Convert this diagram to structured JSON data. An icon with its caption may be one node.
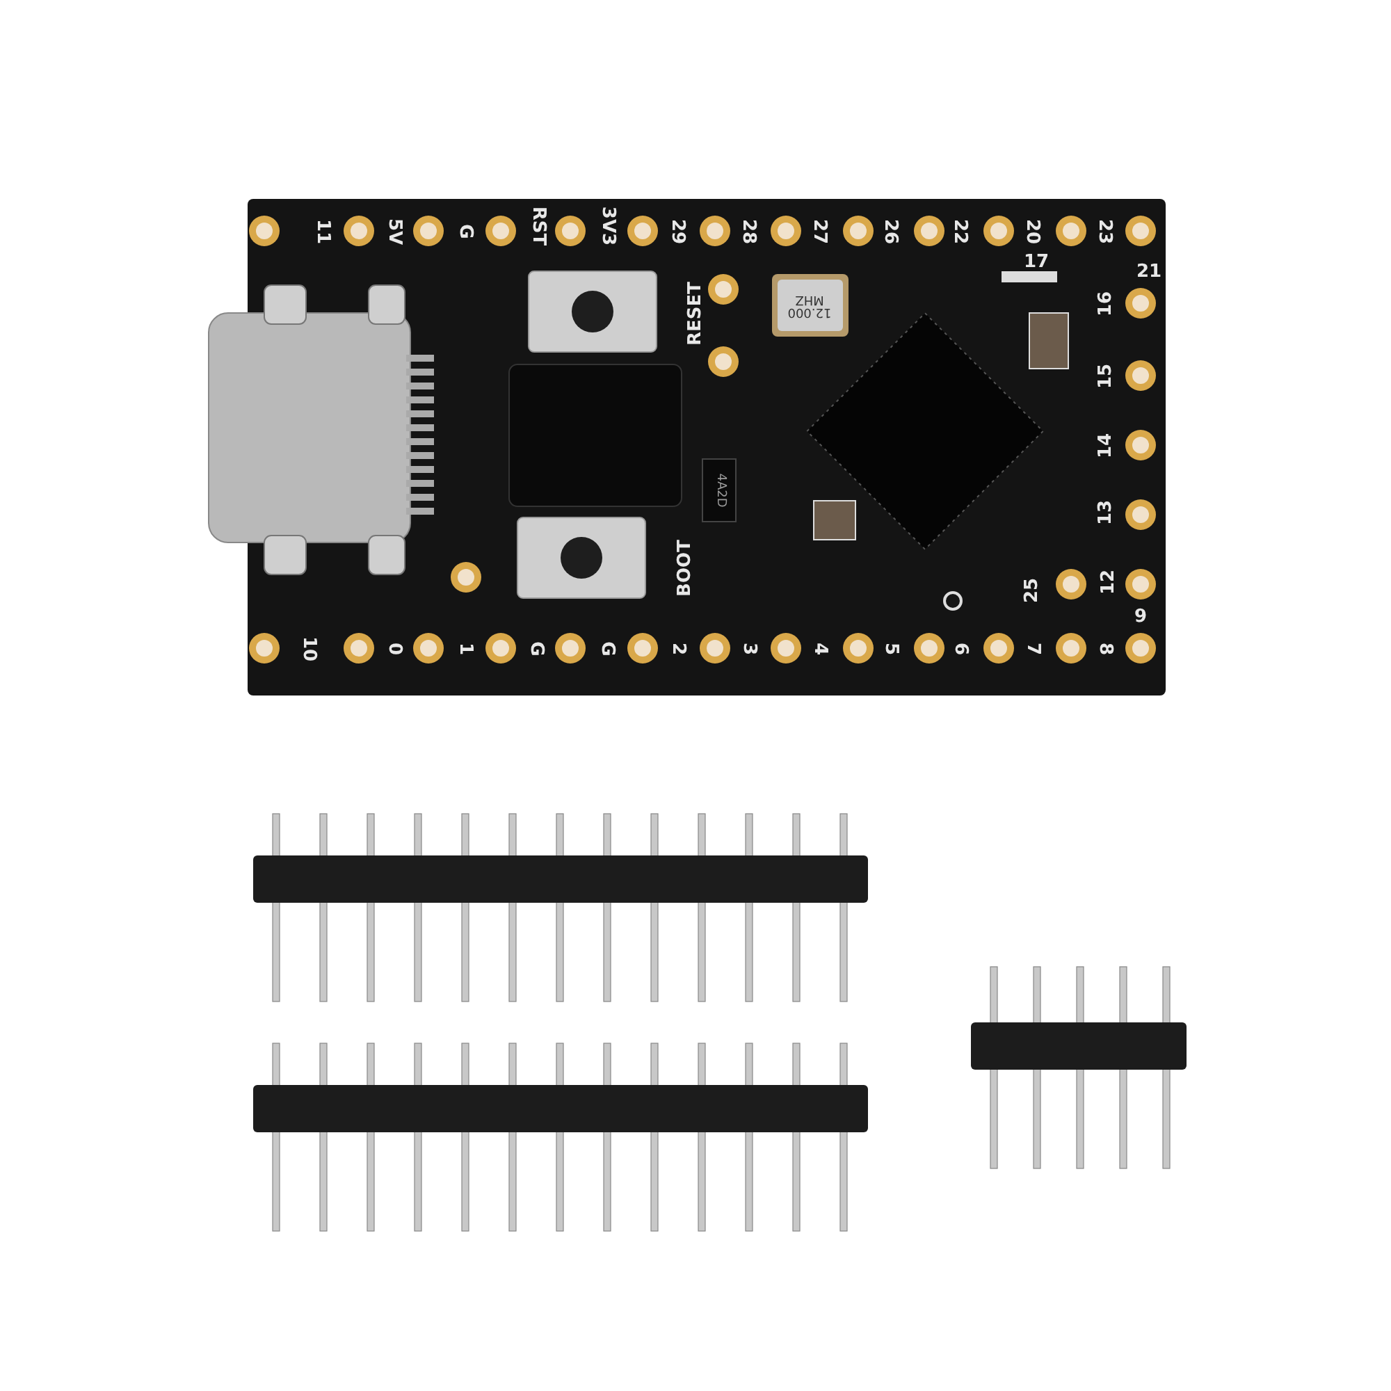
{
  "diagram": {
    "labels": [
      "11",
      "5V",
      "G",
      "RST",
      "3V3",
      "29",
      "28",
      "27",
      "26",
      "22",
      "20",
      "23",
      "21",
      "17",
      "RESET",
      "16",
      "15",
      "14",
      "13",
      "25",
      "12",
      "9",
      "BOOT",
      "10",
      "0",
      "1",
      "G",
      "G",
      "2",
      "3",
      "4",
      "5",
      "6",
      "7",
      "8",
      "12.000 MHZ",
      "4A2D"
    ]
  }
}
